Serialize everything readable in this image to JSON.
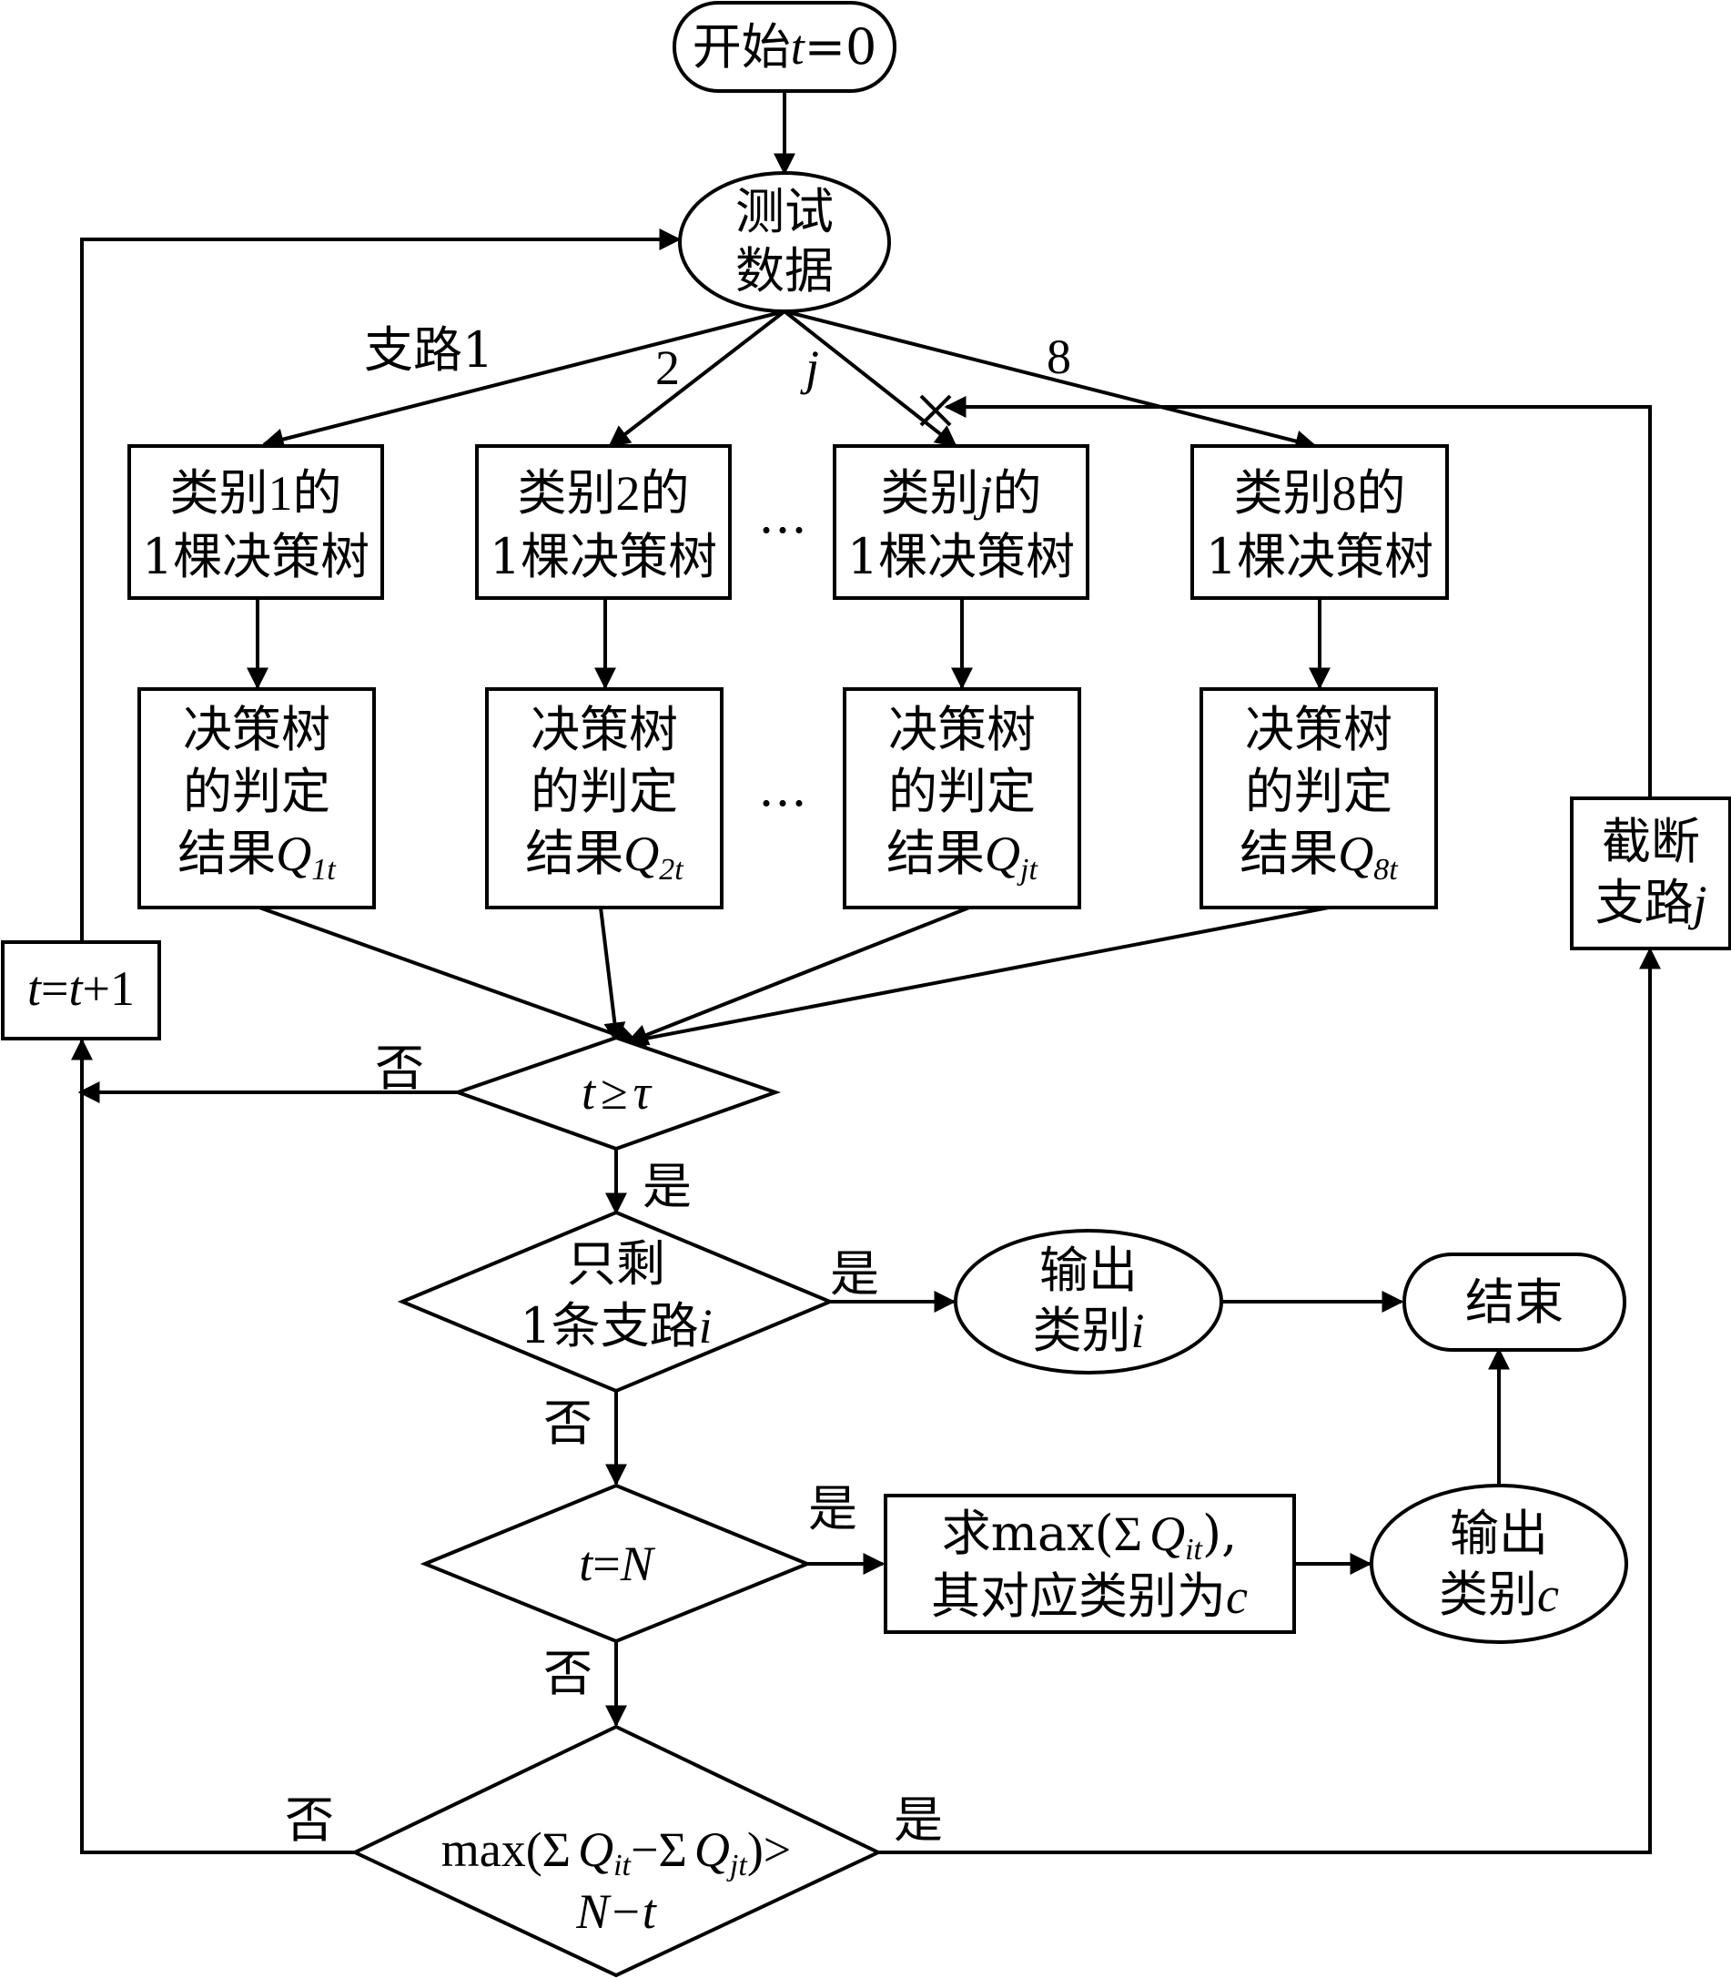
{
  "nodes": {
    "start": {
      "prefix": "开始",
      "var": "t",
      "suffix": "=0"
    },
    "test_data": {
      "line1": "测试",
      "line2": "数据"
    },
    "trees": [
      {
        "line1_pre": "类别",
        "index": "1",
        "line1_post": "的",
        "line2": "1棵决策树"
      },
      {
        "line1_pre": "类别",
        "index": "2",
        "line1_post": "的",
        "line2": "1棵决策树"
      },
      {
        "line1_pre": "类别",
        "index": "j",
        "line1_post": "的",
        "line2": "1棵决策树"
      },
      {
        "line1_pre": "类别",
        "index": "8",
        "line1_post": "的",
        "line2": "1棵决策树"
      }
    ],
    "results": [
      {
        "line1": "决策树",
        "line2": "的判定",
        "line3": "结果",
        "q": "Q",
        "sub": "1t"
      },
      {
        "line1": "决策树",
        "line2": "的判定",
        "line3": "结果",
        "q": "Q",
        "sub": "2t"
      },
      {
        "line1": "决策树",
        "line2": "的判定",
        "line3": "结果",
        "q": "Q",
        "sub": "jt"
      },
      {
        "line1": "决策树",
        "line2": "的判定",
        "line3": "结果",
        "q": "Q",
        "sub": "8t"
      }
    ],
    "ellipsis": "…",
    "cut_branch": {
      "line1": "截断",
      "line2": "支路",
      "var": "j"
    },
    "increment": {
      "a": "t",
      "eq": "=",
      "b": "t",
      "c": "+1"
    },
    "decision_tau": {
      "a": "t",
      "op": "≥",
      "b": "τ"
    },
    "decision_one_branch": {
      "line1": "只剩",
      "line2": "1条支路",
      "var": "i"
    },
    "output_i": {
      "line1": "输出",
      "line2": "类别",
      "var": "i"
    },
    "end": {
      "label": "结束"
    },
    "decision_tN": {
      "a": "t",
      "eq": "=",
      "b": "N"
    },
    "max_box": {
      "l1_a": "求max(",
      "l1_sigma": "Σ",
      "l1_q": "Q",
      "l1_sub": "it",
      "l1_b": "),",
      "line2": "其对应类别为",
      "var": "c"
    },
    "output_c": {
      "line1": "输出",
      "line2": "类别",
      "var": "c"
    },
    "decision_margin": {
      "a": "max(",
      "s1": "Σ",
      "q1": "Q",
      "sub1": "it",
      "minus": "−",
      "s2": "Σ",
      "q2": "Q",
      "sub2": "jt",
      "b": ")>",
      "line2": "N−t"
    }
  },
  "edge_labels": {
    "branch1": "支路1",
    "branch2": "2",
    "branchj": "j",
    "branch8": "8",
    "no_tau": "否",
    "yes_tau": "是",
    "yes_one": "是",
    "no_one": "否",
    "yes_tN": "是",
    "no_tN": "否",
    "no_margin": "否",
    "yes_margin": "是"
  }
}
